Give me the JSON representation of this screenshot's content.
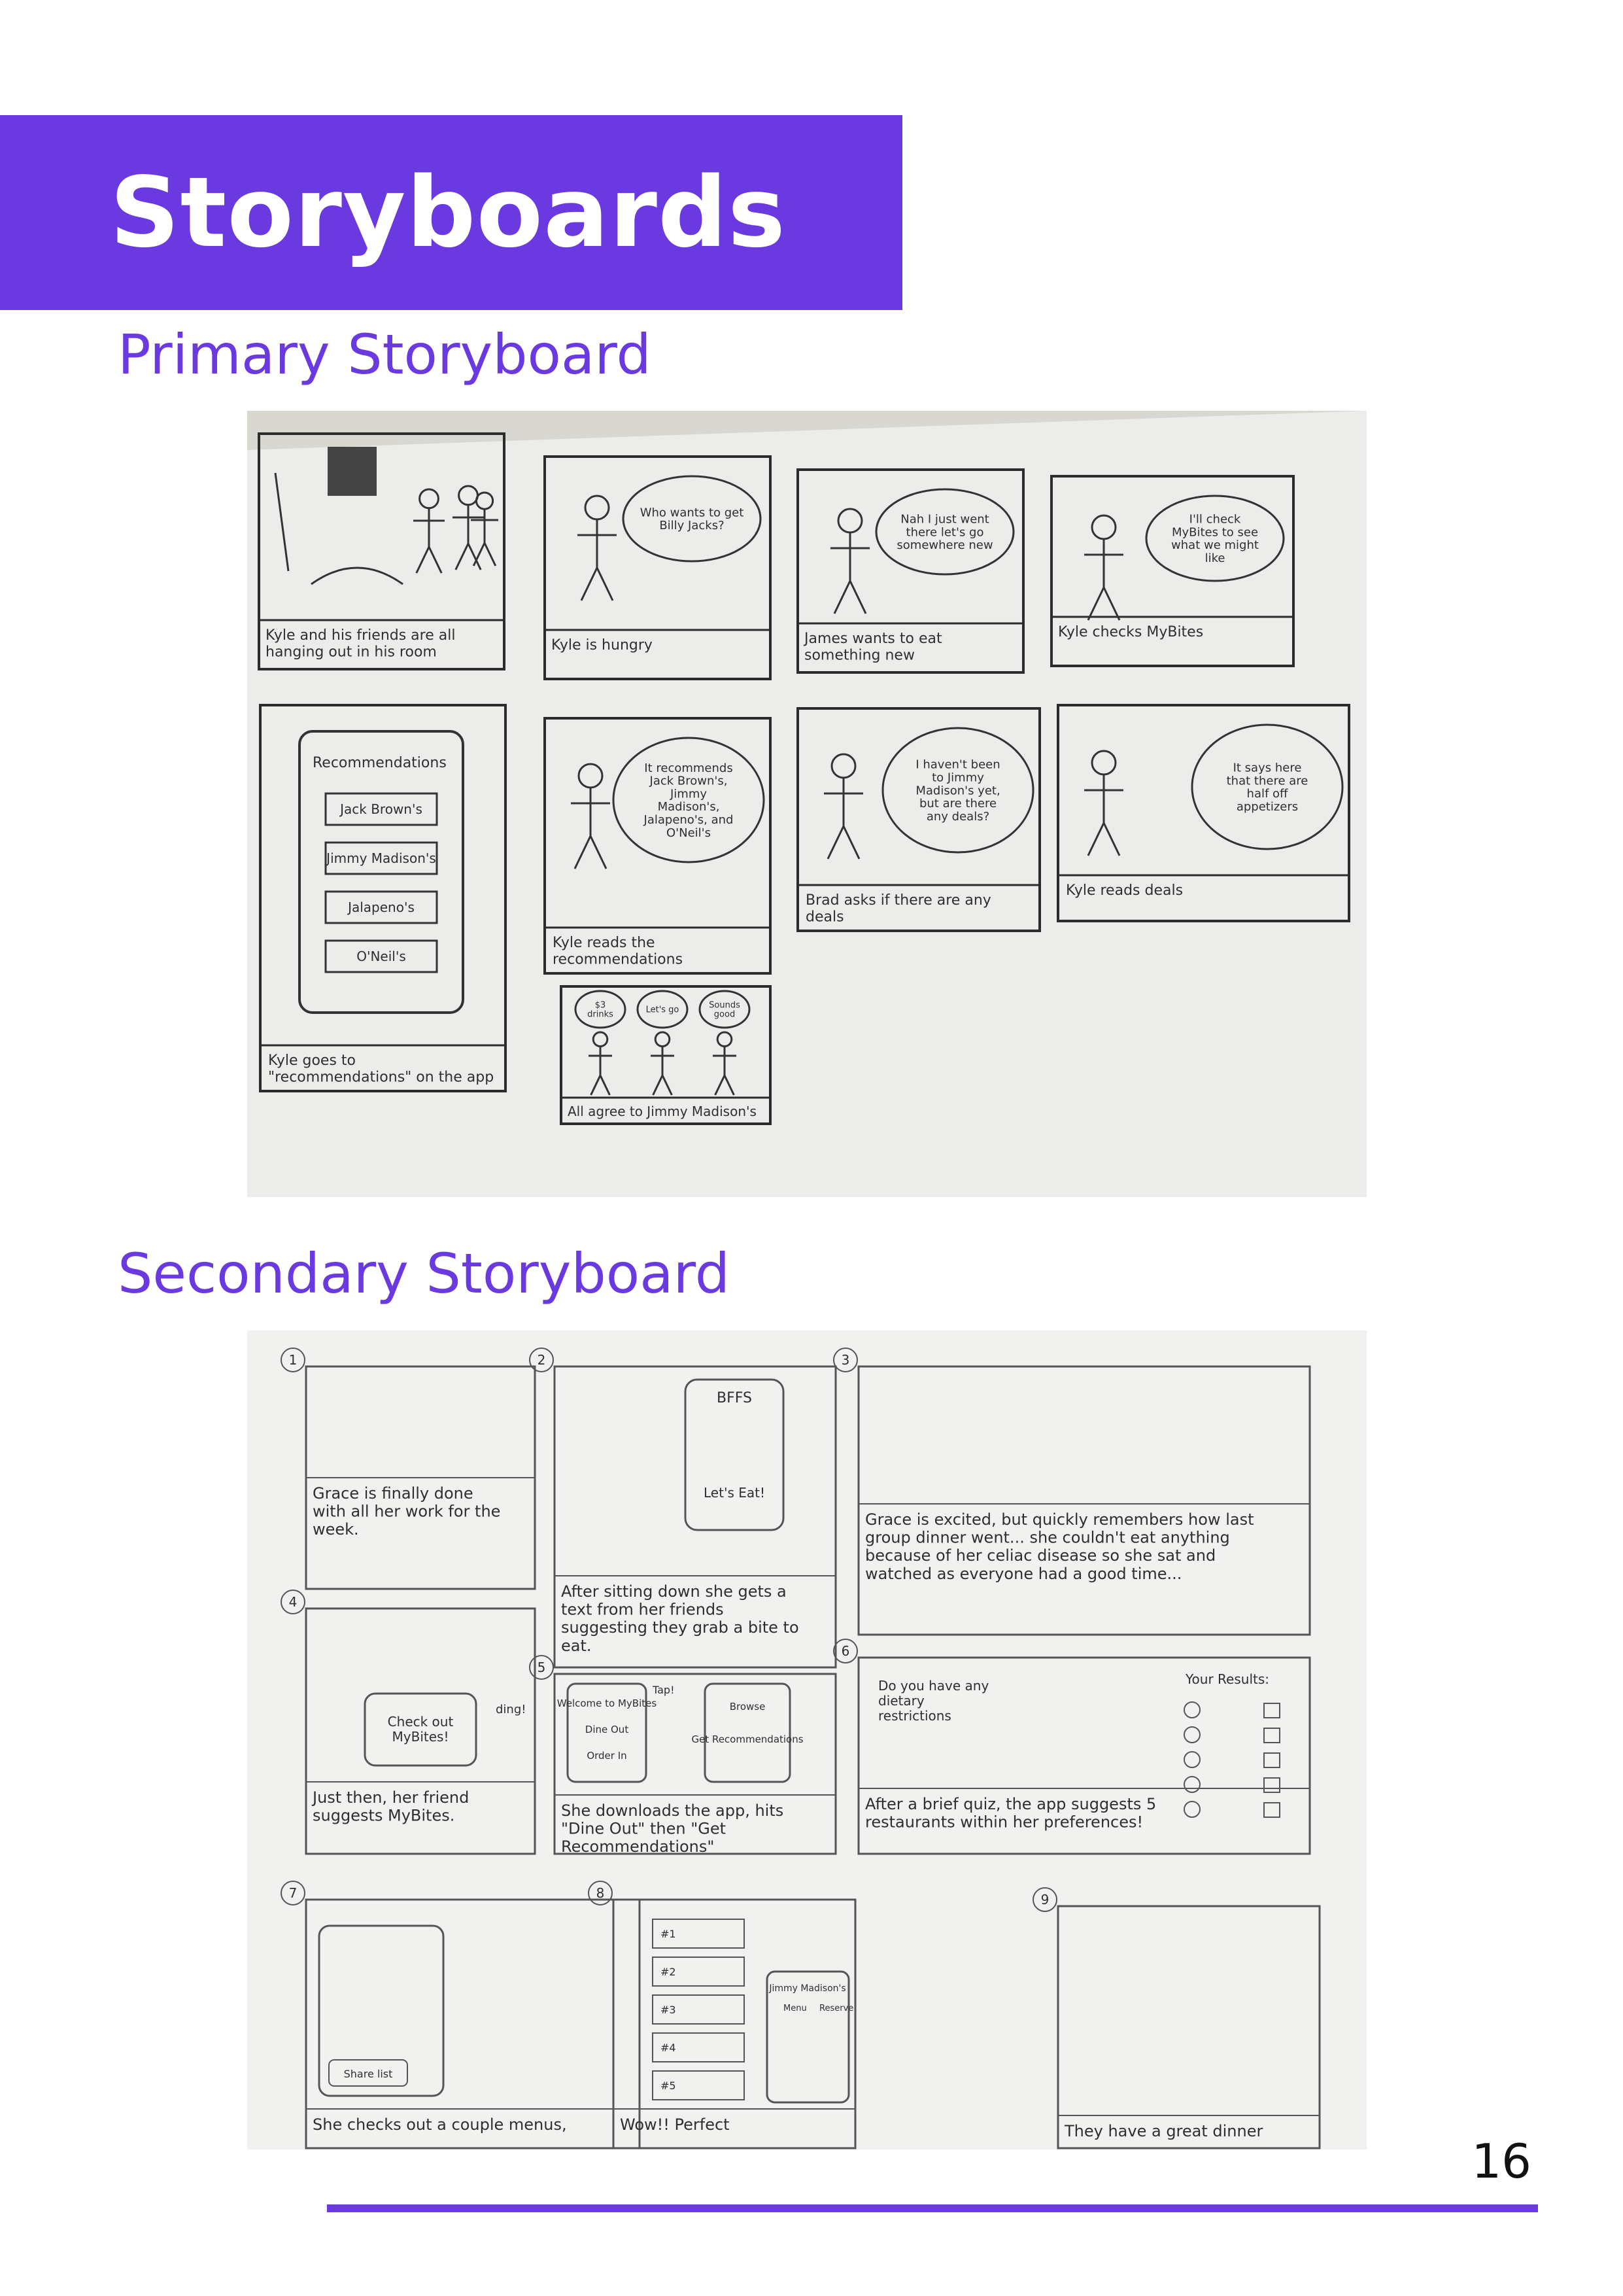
{
  "page": {
    "title": "Storyboards",
    "page_number": "16",
    "accent_color": "#6a3ae0"
  },
  "primary": {
    "heading": "Primary Storyboard",
    "panels": [
      {
        "caption": "Kyle and his friends are all hanging out in his room"
      },
      {
        "caption": "Kyle is hungry",
        "speech": "Who wants to get Billy Jacks?"
      },
      {
        "caption": "James wants to eat something new",
        "speech": "Nah I just went there let's go somewhere new"
      },
      {
        "caption": "Kyle checks MyBites",
        "speech": "I'll check MyBites to see what we might like"
      },
      {
        "caption": "Kyle goes to \"recommendations\" on the app",
        "screen_title": "Recommendations",
        "options": [
          "Jack Brown's",
          "Jimmy Madison's",
          "Jalapeno's",
          "O'Neil's"
        ]
      },
      {
        "caption": "Kyle reads the recommendations",
        "speech": "It recommends Jack Brown's, Jimmy Madison's, Jalapeno's, and O'Neil's"
      },
      {
        "caption": "Brad asks if there are any deals",
        "speech": "I haven't been to Jimmy Madison's yet, but are there any deals?"
      },
      {
        "caption": "Kyle reads deals",
        "speech": "It says here that there are half off appetizers"
      },
      {
        "caption": "All agree to Jimmy Madison's",
        "speech": [
          "$3 drinks",
          "Let's go",
          "Sounds good"
        ]
      }
    ]
  },
  "secondary": {
    "heading": "Secondary Storyboard",
    "panels": [
      {
        "num": "1",
        "caption": "Grace is finally done with all her work for the week."
      },
      {
        "num": "2",
        "caption": "After sitting down she gets a text from her friends suggesting they grab a bite to eat.",
        "phone_title": "BFFS",
        "messages": [
          "Let's Eat!"
        ]
      },
      {
        "num": "3",
        "caption": "Grace is excited, but quickly remembers how last group dinner went... she couldn't eat anything because of her celiac disease so she sat and watched as everyone had a good time..."
      },
      {
        "num": "4",
        "caption": "Just then, her friend suggests MyBites.",
        "phone_text": "Check out MyBites!",
        "sound": "ding!"
      },
      {
        "num": "5",
        "caption": "She downloads the app, hits \"Dine Out\" then \"Get Recommendations\"",
        "screen_a": [
          "Welcome to MyBites",
          "Dine Out",
          "Order In"
        ],
        "screen_b": [
          "Browse",
          "Get Recommendations"
        ],
        "sound": "Tap!"
      },
      {
        "num": "6",
        "caption": "After a brief quiz, the app suggests 5 restaurants within her preferences!",
        "quiz": "Do you have any dietary restrictions",
        "results_title": "Your Results:"
      },
      {
        "num": "7",
        "caption": "She checks out a couple menus,",
        "button": "Share list"
      },
      {
        "num": "8",
        "caption": "Wow!! Perfect",
        "list": [
          "#1",
          "#2",
          "#3",
          "#4",
          "#5"
        ],
        "card_title": "Jimmy Madison's",
        "card_buttons": [
          "Menu",
          "Reserve"
        ]
      },
      {
        "num": "9",
        "caption": "They have a great dinner"
      }
    ]
  }
}
